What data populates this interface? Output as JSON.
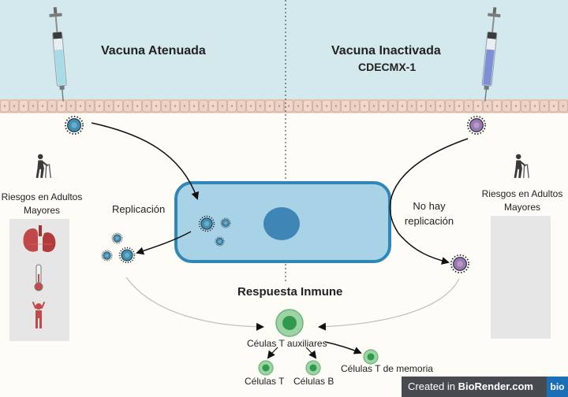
{
  "headings": {
    "left_title": "Vacuna Atenuada",
    "right_title": "Vacuna Inactivada",
    "right_subtitle": "CDECMX-1",
    "center_title": "Respuesta Inmune"
  },
  "labels": {
    "left_risk": [
      "Riesgos en Adultos",
      "Mayores"
    ],
    "right_risk": [
      "Riesgos en Adultos",
      "Mayores"
    ],
    "replication": "Replicación",
    "no_replication": [
      "No hay",
      "replicación"
    ]
  },
  "cells": {
    "helper": "Céulas T auxiliares",
    "t_cells": "Células T",
    "b_cells": "Células B",
    "memory": "Células T de memoria"
  },
  "watermark": {
    "prefix": "Created in ",
    "brand": "BioRender.com",
    "logo": "bio"
  },
  "colors": {
    "sky": "#d3e9ed",
    "tissue": "#e9cdc0",
    "host_cell_fill": "#a7d2e6",
    "host_cell_border": "#2e87b8",
    "nucleus": "#3f86b6",
    "attenuated_virus": "#3f8fb3",
    "inactivated_virus": "#9c78b3",
    "immune_cell": "#4da863",
    "risk_icon": "#c24a4a"
  },
  "icons": [
    "syringe-icon",
    "elderly-person-icon",
    "lungs-icon",
    "thermometer-icon",
    "person-icon",
    "virus-icon"
  ]
}
